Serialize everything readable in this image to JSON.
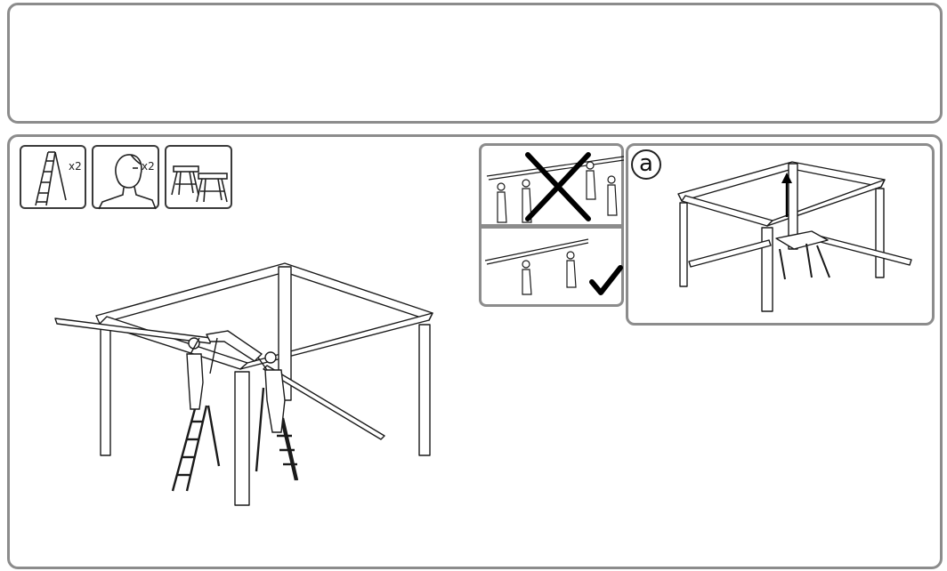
{
  "tools": [
    {
      "icon": "ladder-icon",
      "quantity": "x2"
    },
    {
      "icon": "person-icon",
      "quantity": "x2"
    },
    {
      "icon": "sawhorse-icon",
      "quantity": ""
    }
  ],
  "detail": {
    "letter": "a"
  },
  "colors": {
    "frame": "#8c8c8c",
    "line": "#1a1a1a"
  }
}
